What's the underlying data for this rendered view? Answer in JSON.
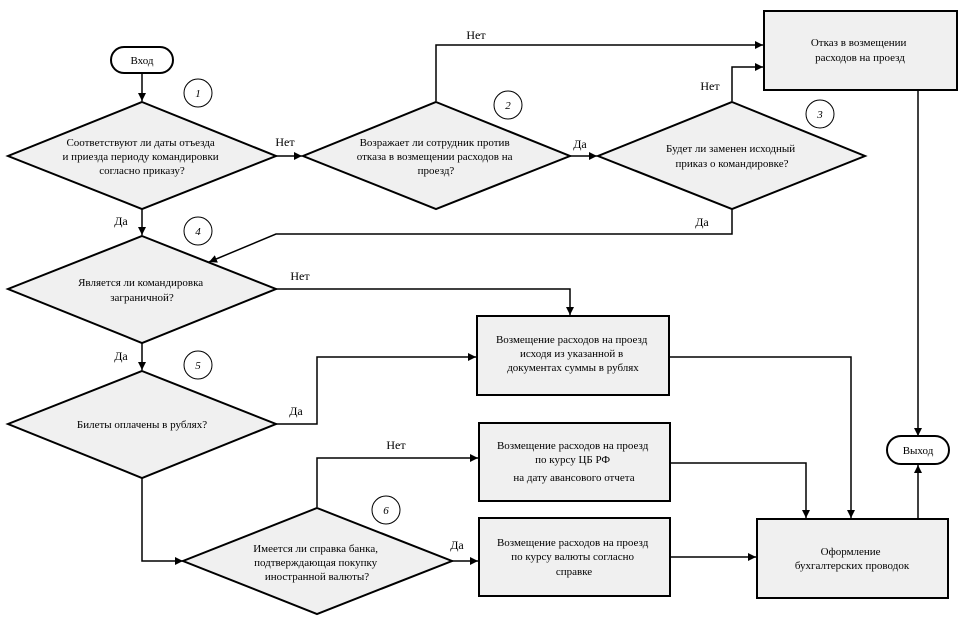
{
  "start": "Вход",
  "end": "Выход",
  "decisions": [
    {
      "number": "1",
      "lines": [
        "Соответствуют ли даты отъезда",
        "и приезда периоду командировки",
        "согласно приказу?"
      ]
    },
    {
      "number": "2",
      "lines": [
        "Возражает ли сотрудник против",
        "отказа в возмещении расходов на",
        "проезд?"
      ]
    },
    {
      "number": "3",
      "lines": [
        "Будет ли заменен исходный",
        "приказ о командировке?"
      ]
    },
    {
      "number": "4",
      "lines": [
        "Является ли командировка",
        "заграничной?"
      ]
    },
    {
      "number": "5",
      "lines": [
        "Билеты оплачены в рублях?"
      ]
    },
    {
      "number": "6",
      "lines": [
        "Имеется ли справка банка,",
        "подтверждающая покупку",
        "иностранной валюты?"
      ]
    }
  ],
  "processes": [
    {
      "id": "refusal",
      "lines": [
        "Отказ в возмещении",
        "расходов на проезд"
      ]
    },
    {
      "id": "rub",
      "lines": [
        "Возмещение расходов на проезд",
        "исходя из указанной в",
        "документах суммы в рублях"
      ]
    },
    {
      "id": "cbr",
      "lines": [
        "Возмещение расходов на проезд",
        "по курсу ЦБ РФ",
        "на дату авансового отчета"
      ]
    },
    {
      "id": "cert",
      "lines": [
        "Возмещение расходов на проезд",
        "по курсу валюты согласно",
        "справке"
      ]
    },
    {
      "id": "posting",
      "lines": [
        "Оформление",
        "бухгалтерских проводок"
      ]
    }
  ],
  "labels": {
    "yes": "Да",
    "no": "Нет"
  }
}
